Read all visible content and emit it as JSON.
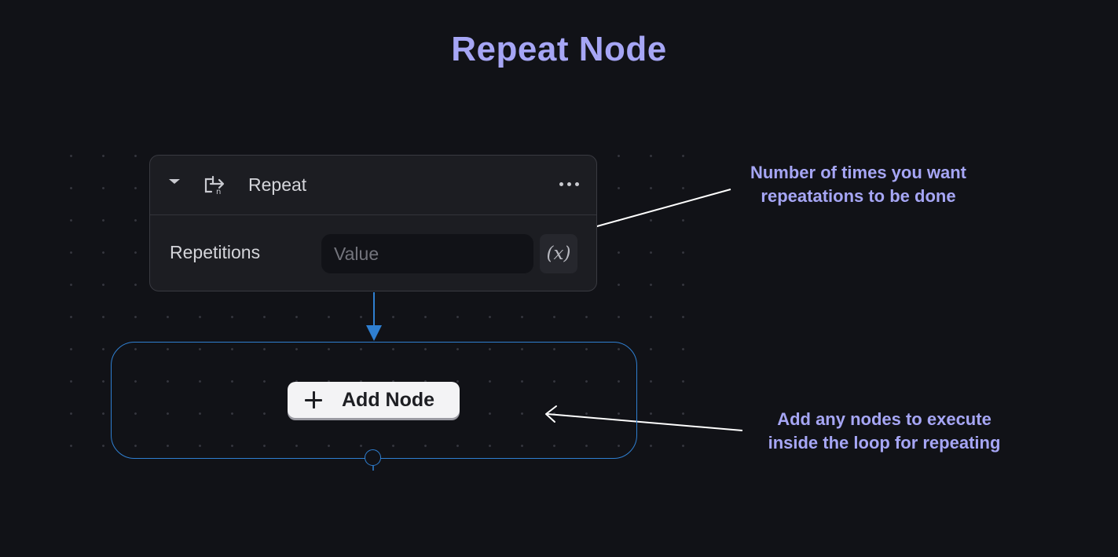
{
  "page": {
    "title": "Repeat Node"
  },
  "repeat_node": {
    "title": "Repeat",
    "field_label": "Repetitions",
    "value_placeholder": "Value",
    "value": "",
    "variable_button_label": "(x)",
    "icons": [
      "caret-down-icon",
      "repeat-icon",
      "more-horizontal-icon"
    ]
  },
  "loop_container": {
    "add_button_label": "Add Node",
    "add_icon": "plus-icon"
  },
  "annotations": {
    "value_hint": [
      "Number of times you want",
      "repeatations to be done"
    ],
    "loop_hint": [
      "Add any nodes to execute",
      "inside the loop for repeating"
    ]
  },
  "colors": {
    "background": "#111217",
    "title_accent": "#a6a6f5",
    "connector_blue": "#2f7fd1",
    "card": "#1c1d22"
  }
}
